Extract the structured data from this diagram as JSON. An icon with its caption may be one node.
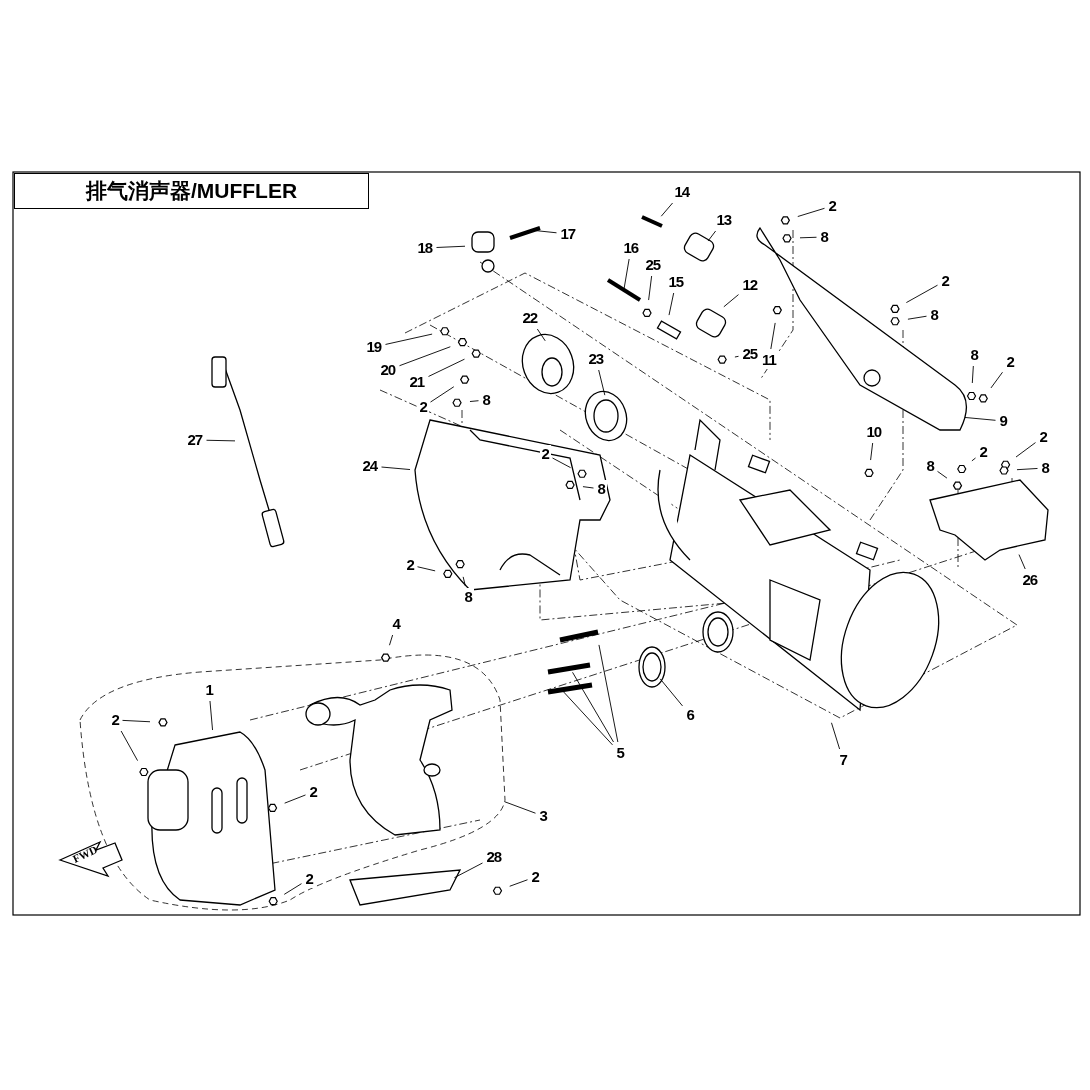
{
  "diagram": {
    "title": "排气消声器/MUFFLER",
    "nodes": [
      {
        "text": [
          "14"
        ]
      },
      {
        "text": [
          "2"
        ]
      },
      {
        "text": [
          "13"
        ]
      },
      {
        "text": [
          "8"
        ]
      },
      {
        "text": [
          "17"
        ]
      },
      {
        "text": [
          "18"
        ]
      },
      {
        "text": [
          "16"
        ]
      },
      {
        "text": [
          "25"
        ]
      },
      {
        "text": [
          "15"
        ]
      },
      {
        "text": [
          "2"
        ]
      },
      {
        "text": [
          "12"
        ]
      },
      {
        "text": [
          "8"
        ]
      },
      {
        "text": [
          "22"
        ]
      },
      {
        "text": [
          "19"
        ]
      },
      {
        "text": [
          "25"
        ]
      },
      {
        "text": [
          "23"
        ]
      },
      {
        "text": [
          "11"
        ]
      },
      {
        "text": [
          "8"
        ]
      },
      {
        "text": [
          "2"
        ]
      },
      {
        "text": [
          "20"
        ]
      },
      {
        "text": [
          "21"
        ]
      },
      {
        "text": [
          "8"
        ]
      },
      {
        "text": [
          "2"
        ]
      },
      {
        "text": [
          "9"
        ]
      },
      {
        "text": [
          "10"
        ]
      },
      {
        "text": [
          "2"
        ]
      },
      {
        "text": [
          "27"
        ]
      },
      {
        "text": [
          "2"
        ]
      },
      {
        "text": [
          "2"
        ]
      },
      {
        "text": [
          "24"
        ]
      },
      {
        "text": [
          "8"
        ]
      },
      {
        "text": [
          "8"
        ]
      },
      {
        "text": [
          "8"
        ]
      },
      {
        "text": [
          "2"
        ]
      },
      {
        "text": [
          "26"
        ]
      },
      {
        "text": [
          "8"
        ]
      },
      {
        "text": [
          "4"
        ]
      },
      {
        "text": [
          "1"
        ]
      },
      {
        "text": [
          "6"
        ]
      },
      {
        "text": [
          "2"
        ]
      },
      {
        "text": [
          "5"
        ]
      },
      {
        "text": [
          "7"
        ]
      },
      {
        "text": [
          "2"
        ]
      },
      {
        "text": [
          "3"
        ]
      },
      {
        "text": [
          "28"
        ]
      },
      {
        "text": [
          "2"
        ]
      },
      {
        "text": [
          "2"
        ]
      }
    ],
    "edges": [
      {
        "from": 0,
        "to": null,
        "arrow": "none"
      },
      {
        "from": 1,
        "to": null,
        "arrow": "none"
      },
      {
        "from": 2,
        "to": null,
        "arrow": "none"
      },
      {
        "from": 3,
        "to": null,
        "arrow": "none"
      },
      {
        "from": 4,
        "to": null,
        "arrow": "none"
      },
      {
        "from": 5,
        "to": null,
        "arrow": "none"
      },
      {
        "from": 6,
        "to": null,
        "arrow": "none"
      },
      {
        "from": 7,
        "to": null,
        "arrow": "none"
      },
      {
        "from": 8,
        "to": null,
        "arrow": "none"
      },
      {
        "from": 9,
        "to": null,
        "arrow": "none"
      },
      {
        "from": 10,
        "to": null,
        "arrow": "none"
      },
      {
        "from": 11,
        "to": null,
        "arrow": "none"
      },
      {
        "from": 12,
        "to": null,
        "arrow": "none"
      },
      {
        "from": 13,
        "to": null,
        "arrow": "none"
      },
      {
        "from": 14,
        "to": null,
        "arrow": "none"
      },
      {
        "from": 15,
        "to": null,
        "arrow": "none"
      },
      {
        "from": 16,
        "to": null,
        "arrow": "none"
      },
      {
        "from": 17,
        "to": null,
        "arrow": "none"
      },
      {
        "from": 18,
        "to": null,
        "arrow": "none"
      },
      {
        "from": 19,
        "to": null,
        "arrow": "none"
      },
      {
        "from": 20,
        "to": null,
        "arrow": "none"
      },
      {
        "from": 21,
        "to": null,
        "arrow": "none"
      },
      {
        "from": 22,
        "to": null,
        "arrow": "none"
      },
      {
        "from": 23,
        "to": null,
        "arrow": "none"
      },
      {
        "from": 24,
        "to": null,
        "arrow": "none"
      },
      {
        "from": 25,
        "to": null,
        "arrow": "none"
      },
      {
        "from": 26,
        "to": null,
        "arrow": "none"
      },
      {
        "from": 27,
        "to": null,
        "arrow": "none"
      },
      {
        "from": 28,
        "to": null,
        "arrow": "none"
      },
      {
        "from": 29,
        "to": null,
        "arrow": "none"
      },
      {
        "from": 30,
        "to": null,
        "arrow": "none"
      },
      {
        "from": 31,
        "to": null,
        "arrow": "none"
      },
      {
        "from": 32,
        "to": null,
        "arrow": "none"
      },
      {
        "from": 33,
        "to": null,
        "arrow": "none"
      },
      {
        "from": 34,
        "to": null,
        "arrow": "none"
      },
      {
        "from": 35,
        "to": null,
        "arrow": "none"
      },
      {
        "from": 36,
        "to": null,
        "arrow": "none"
      },
      {
        "from": 37,
        "to": null,
        "arrow": "none"
      },
      {
        "from": 38,
        "to": null,
        "arrow": "none"
      },
      {
        "from": 39,
        "to": null,
        "arrow": "none"
      },
      {
        "from": 39,
        "to": null,
        "arrow": "none"
      },
      {
        "from": 40,
        "to": null,
        "arrow": "none"
      },
      {
        "from": 40,
        "to": null,
        "arrow": "none"
      },
      {
        "from": 40,
        "to": null,
        "arrow": "none"
      },
      {
        "from": 41,
        "to": null,
        "arrow": "none"
      },
      {
        "from": 42,
        "to": null,
        "arrow": "none"
      },
      {
        "from": 43,
        "to": null,
        "arrow": "none"
      },
      {
        "from": 44,
        "to": null,
        "arrow": "none"
      },
      {
        "from": 45,
        "to": null,
        "arrow": "none"
      },
      {
        "from": 46,
        "to": null,
        "arrow": "none"
      }
    ],
    "labels": [
      "FWD"
    ]
  }
}
